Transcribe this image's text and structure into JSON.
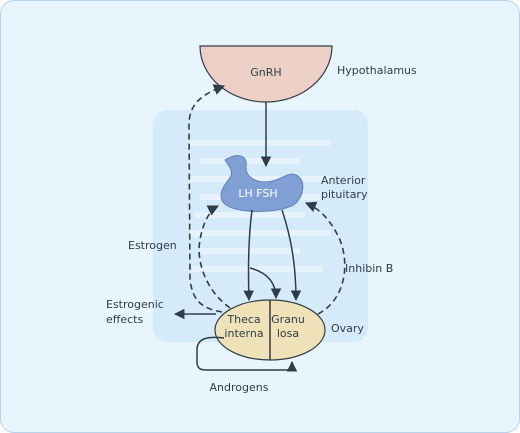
{
  "nodes": {
    "gnrh": "GnRH",
    "hypothalamus": "Hypothalamus",
    "lh_fsh": "LH FSH",
    "anterior_line1": "Anterior",
    "anterior_line2": "pituitary",
    "theca_line1": "Theca",
    "theca_line2": "interna",
    "granulosa_line1": "Granu",
    "granulosa_line2": "losa",
    "ovary": "Ovary"
  },
  "edge_labels": {
    "estrogen": "Estrogen",
    "inhibin_b": "Inhibin B",
    "estrogenic_line1": "Estrogenic",
    "estrogenic_line2": "effects",
    "androgens": "Androgens"
  },
  "colors": {
    "background": "#e9f5fd",
    "panel": "#d6ebf9",
    "hypothalamus_fill": "#ecd0c6",
    "pituitary_fill": "#7f9fd5",
    "ovary_fill": "#efe2b8",
    "stroke": "#2f3d49"
  }
}
